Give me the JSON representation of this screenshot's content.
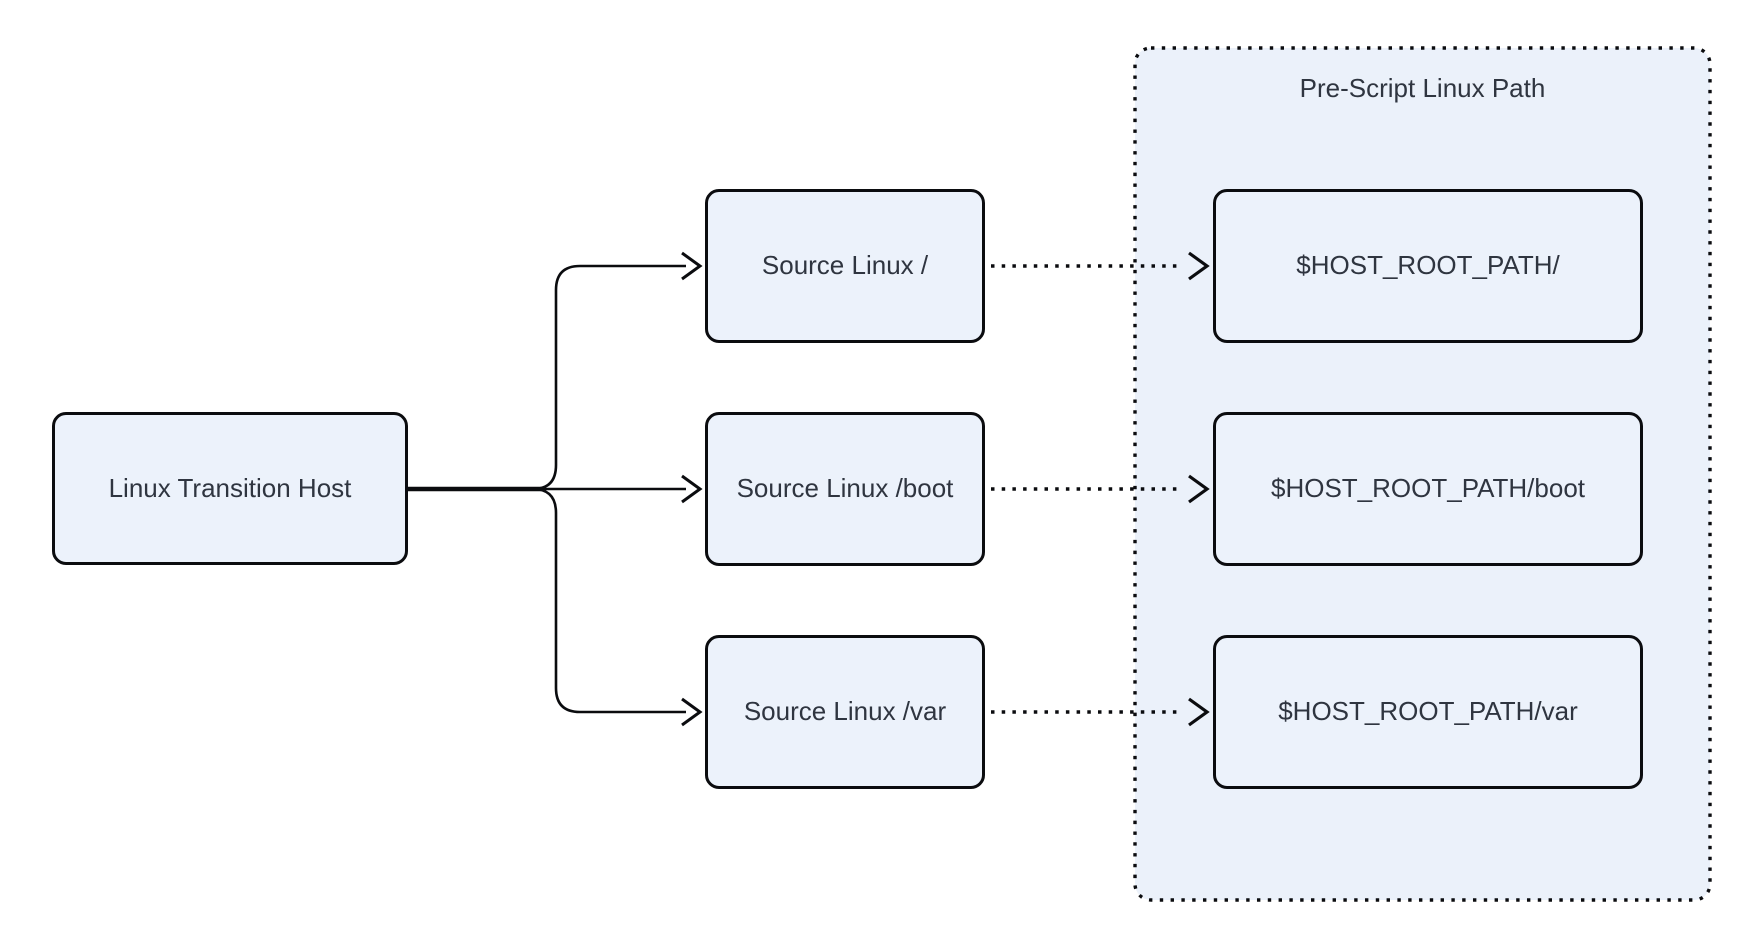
{
  "diagram": {
    "container": {
      "title": "Pre-Script Linux Path"
    },
    "nodes": {
      "root": {
        "label": "Linux Transition Host"
      },
      "source_root": {
        "label": "Source Linux /"
      },
      "source_boot": {
        "label": "Source Linux /boot"
      },
      "source_var": {
        "label": "Source Linux /var"
      },
      "path_root": {
        "label": "$HOST_ROOT_PATH/"
      },
      "path_boot": {
        "label": "$HOST_ROOT_PATH/boot"
      },
      "path_var": {
        "label": "$HOST_ROOT_PATH/var"
      }
    },
    "edges": [
      {
        "from": "Linux Transition Host",
        "to": "Source Linux /",
        "style": "solid-arrow"
      },
      {
        "from": "Linux Transition Host",
        "to": "Source Linux /boot",
        "style": "solid-arrow"
      },
      {
        "from": "Linux Transition Host",
        "to": "Source Linux /var",
        "style": "solid-arrow"
      },
      {
        "from": "Source Linux /",
        "to": "$HOST_ROOT_PATH/",
        "style": "dotted-arrow"
      },
      {
        "from": "Source Linux /boot",
        "to": "$HOST_ROOT_PATH/boot",
        "style": "dotted-arrow"
      },
      {
        "from": "Source Linux /var",
        "to": "$HOST_ROOT_PATH/var",
        "style": "dotted-arrow"
      }
    ],
    "colors": {
      "node_fill": "#ECF2FB",
      "container_fill": "#EBF1FA",
      "line": "#0B0C0F",
      "text": "#2F3540"
    }
  }
}
